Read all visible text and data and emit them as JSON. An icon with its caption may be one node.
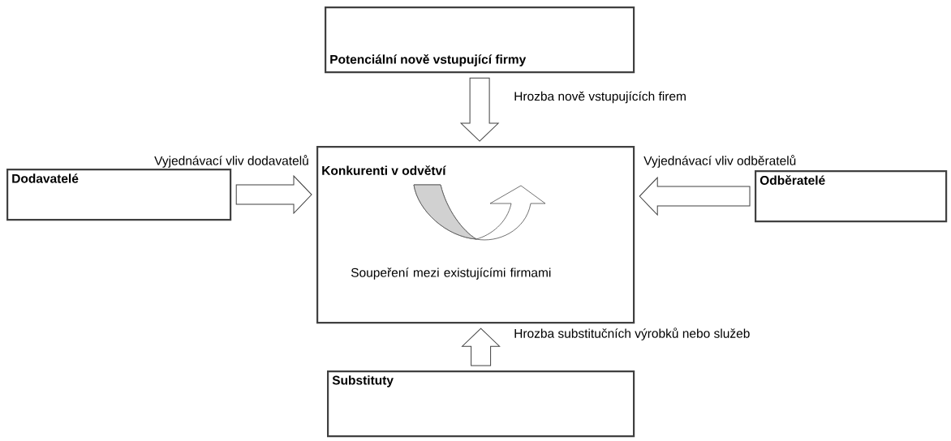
{
  "diagram": {
    "nodes": [
      {
        "text": [
          "Potenciální nově vstupující firmy"
        ]
      },
      {
        "text": [
          "Konkurenti v odvětví",
          "Soupeření mezi existujícími firmami"
        ]
      },
      {
        "text": [
          "Dodavatelé"
        ]
      },
      {
        "text": [
          "Odběratelé"
        ]
      },
      {
        "text": [
          "Substituty"
        ]
      }
    ],
    "edges": [
      {
        "from": 0,
        "to": 1,
        "arrow": "to",
        "label": "Hrozba nově vstupujících firem"
      },
      {
        "from": 2,
        "to": 1,
        "arrow": "to",
        "label": "Vyjednávací vliv dodavatelů"
      },
      {
        "from": 3,
        "to": 1,
        "arrow": "to",
        "label": "Vyjednávací vliv odběratelů"
      },
      {
        "from": 4,
        "to": 1,
        "arrow": "to",
        "label": "Hrozba substitučních výrobků nebo služeb"
      }
    ]
  }
}
